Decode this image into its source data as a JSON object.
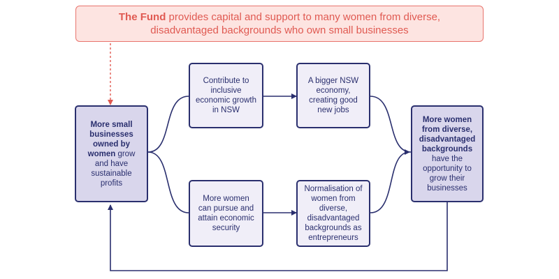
{
  "banner": {
    "strong": "The Fund",
    "rest": " provides capital and support to many women from diverse, disadvantaged backgrounds who own small businesses"
  },
  "left_box": {
    "bold_part": "More small businesses owned by women",
    "rest": " grow and have sustainable profits"
  },
  "top_mid_box": {
    "text": "Contribute to inclusive economic growth in NSW"
  },
  "top_right_box": {
    "text": "A bigger NSW economy, creating good new jobs"
  },
  "bottom_mid_box": {
    "text": "More women can pursue and attain economic security"
  },
  "bottom_right_box": {
    "text": "Normalisation of women from diverse, disadvantaged backgrounds as entrepreneurs"
  },
  "right_box": {
    "bold_part": "More women from diverse, disadvantaged backgrounds",
    "rest": " have the opportunity to grow their businesses"
  },
  "colors": {
    "navy": "#2a2f6e",
    "box_fill": "#f0eef8",
    "side_box_fill": "#d9d6ec",
    "banner_fill": "#fde4e1",
    "banner_border": "#e8746d",
    "banner_text": "#e05a52"
  }
}
